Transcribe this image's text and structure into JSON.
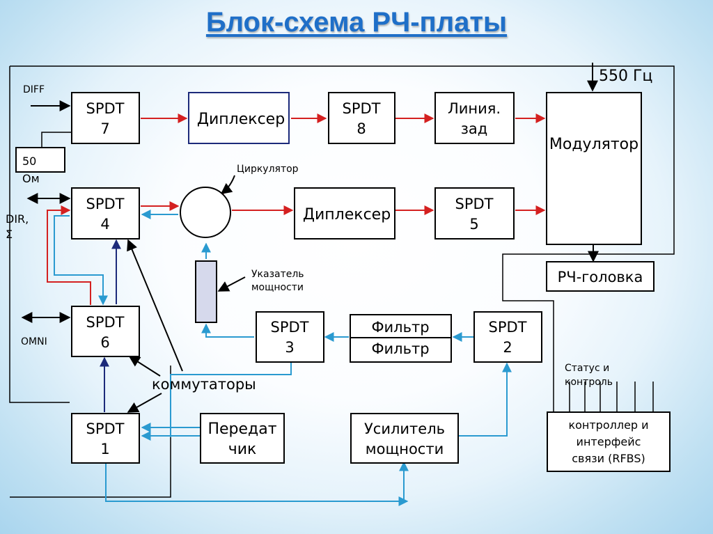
{
  "title": "Блок-схема РЧ-платы",
  "blocks": {
    "spdt7": [
      "SPDT",
      "7"
    ],
    "spdt8": [
      "SPDT",
      "8"
    ],
    "spdt4": [
      "SPDT",
      "4"
    ],
    "spdt5": [
      "SPDT",
      "5"
    ],
    "spdt6": [
      "SPDT",
      "6"
    ],
    "spdt3": [
      "SPDT",
      "3"
    ],
    "spdt2": [
      "SPDT",
      "2"
    ],
    "spdt1": [
      "SPDT",
      "1"
    ],
    "diplexer_top": "Диплексер",
    "diplexer_mid": "Диплексер",
    "delay_line": [
      "Линия.",
      "зад"
    ],
    "modulator": "Модулятор",
    "rf_head": "РЧ-головка",
    "filter_top": "Фильтр",
    "filter_bottom": "Фильтр",
    "transmitter": [
      "Передат",
      "чик"
    ],
    "power_amp": [
      "Усилитель",
      "мощности"
    ],
    "controller": [
      "контроллер и",
      "интерфейс",
      "связи (RFBS)"
    ],
    "load_50": [
      "50",
      "Ом"
    ]
  },
  "labels": {
    "diff": "DIFF",
    "dir": [
      "DIR,",
      "Σ"
    ],
    "omni": "OMNI",
    "freq": "550 Гц",
    "circulator": "Циркулятор",
    "power_indicator": [
      "Указатель",
      "мощности"
    ],
    "switches": "коммутаторы",
    "status": [
      "Статус и",
      "контроль"
    ]
  }
}
